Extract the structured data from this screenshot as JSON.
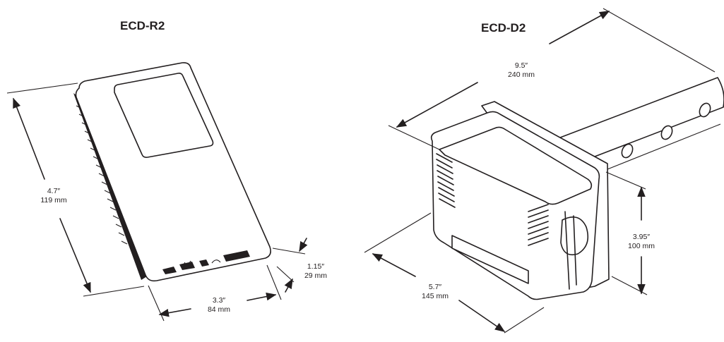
{
  "diagram": {
    "ecd_r2": {
      "title": "ECD-R2",
      "height": {
        "in": "4.7″",
        "mm": "119 mm"
      },
      "width": {
        "in": "3.3″",
        "mm": "84 mm"
      },
      "depth": {
        "in": "1.15″",
        "mm": "29 mm"
      }
    },
    "ecd_d2": {
      "title": "ECD-D2",
      "length": {
        "in": "9.5″",
        "mm": "240 mm"
      },
      "height": {
        "in": "3.95″",
        "mm": "100 mm"
      },
      "width": {
        "in": "5.7″",
        "mm": "145 mm"
      }
    }
  }
}
